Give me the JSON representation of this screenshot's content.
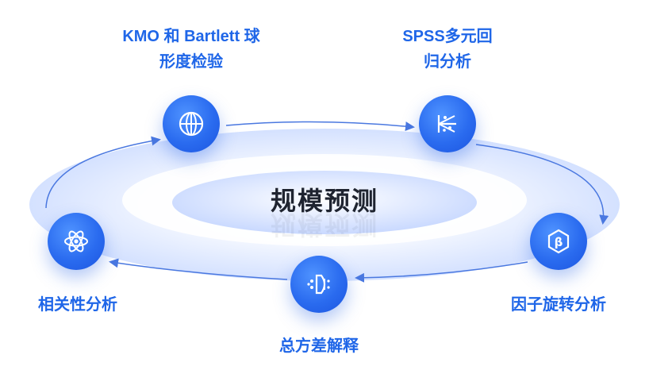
{
  "center": {
    "title": "规模预测"
  },
  "nodes": [
    {
      "id": "kmo",
      "line1": "KMO 和 Bartlett 球",
      "line2": "形度检验",
      "icon": "globe-icon"
    },
    {
      "id": "spss",
      "line1": "SPSS多元回",
      "line2": "归分析",
      "icon": "regression-icon"
    },
    {
      "id": "factor",
      "line1": "因子旋转分析",
      "icon": "beta-icon"
    },
    {
      "id": "variance",
      "line1": "总方差解释",
      "icon": "variance-icon"
    },
    {
      "id": "correlation",
      "line1": "相关性分析",
      "icon": "atom-icon"
    }
  ],
  "colors": {
    "accent": "#1f66e8",
    "node": "#2a6bef",
    "ring": "#dbe6ff"
  }
}
